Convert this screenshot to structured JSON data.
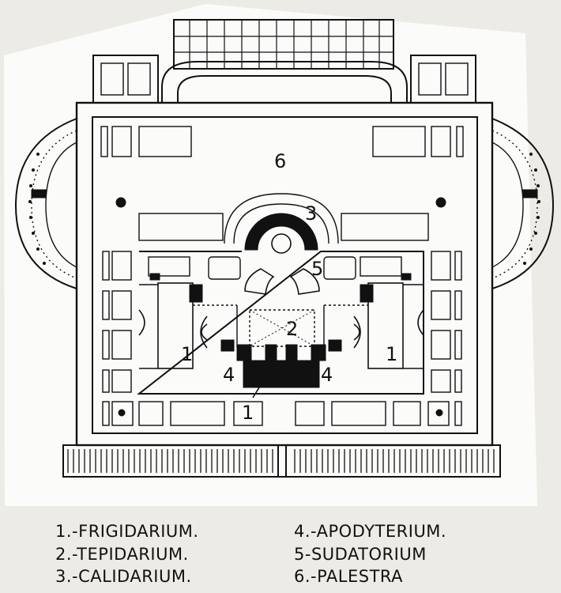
{
  "plan_labels": {
    "n6": "6",
    "n3": "3",
    "n5": "5",
    "n2": "2",
    "n1_left": "1",
    "n1_right": "1",
    "n4_left": "4",
    "n4_right": "4",
    "n1_bottom": "1"
  },
  "legend": {
    "item1": "1.-FRIGIDARIUM.",
    "item2": "2.-TEPIDARIUM.",
    "item3": "3.-CALIDARIUM.",
    "item4": "4.-APODYTERIUM.",
    "item5": "5-SUDATORIUM",
    "item6": "6.-PALESTRA"
  },
  "colors": {
    "ink": "#111111",
    "paper": "#ffffff",
    "background": "#ecebe6"
  }
}
